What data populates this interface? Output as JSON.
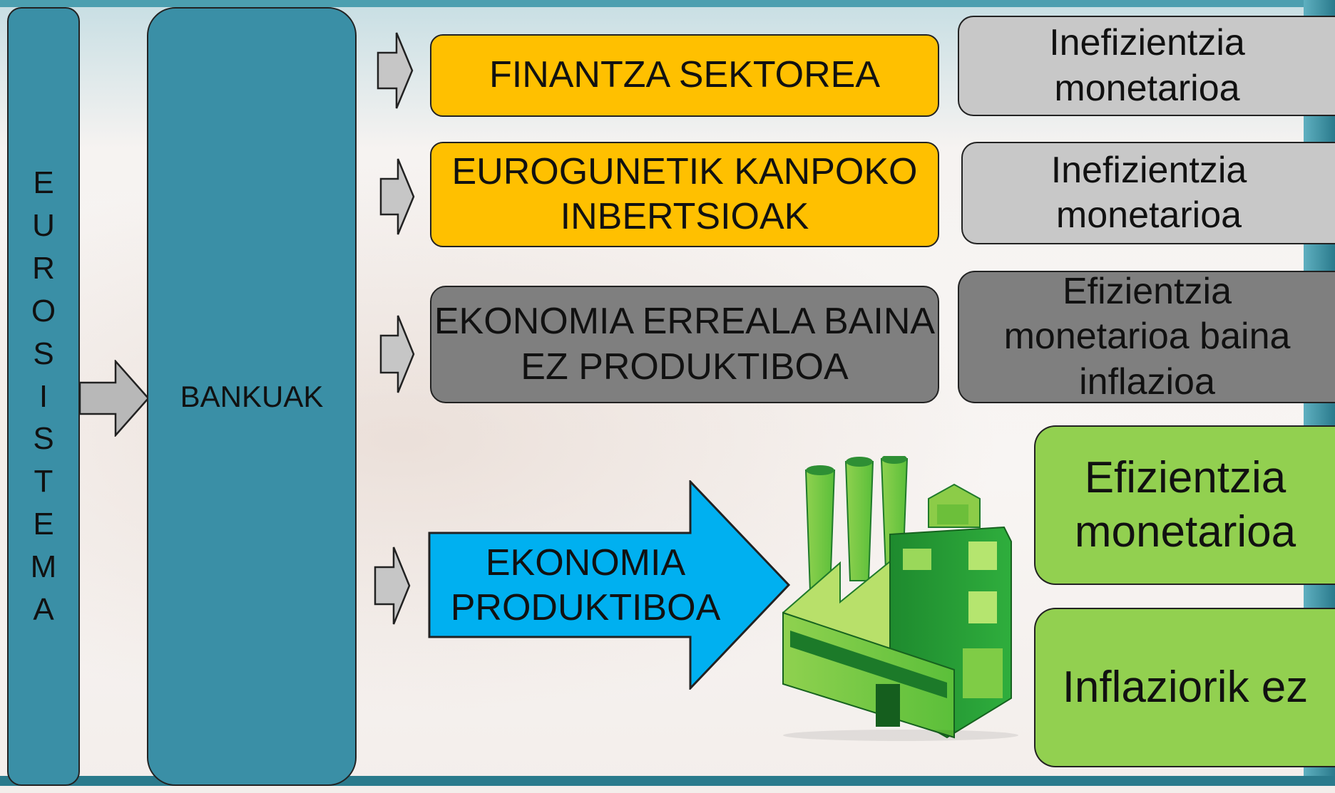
{
  "left_column": {
    "letters": [
      "E",
      "U",
      "R",
      "O",
      "S",
      "I",
      "S",
      "T",
      "E",
      "M",
      "A"
    ]
  },
  "banks": {
    "label": "BANKUAK"
  },
  "rows": [
    {
      "sector": "FINANTZA SEKTOREA",
      "result": "Inefizientzia monetarioa",
      "sector_color": "#ffc000",
      "result_color": "#c8c8c8"
    },
    {
      "sector": "EUROGUNETIK KANPOKO INBERTSIOAK",
      "result": "Inefizientzia monetarioa",
      "sector_color": "#ffc000",
      "result_color": "#c8c8c8"
    },
    {
      "sector": "EKONOMIA ERREALA BAINA EZ PRODUKTIBOA",
      "result": "Efizientzia monetarioa baina inflazioa",
      "sector_color": "#7f7f7f",
      "result_color": "#7f7f7f"
    },
    {
      "sector": "EKONOMIA PRODUKTIBOA",
      "result_1": "Efizientzia monetarioa",
      "result_2": "Inflaziorik ez",
      "sector_color": "#00b0f0",
      "result_color": "#92d050"
    }
  ],
  "icons": {
    "factory": "factory-icon"
  }
}
